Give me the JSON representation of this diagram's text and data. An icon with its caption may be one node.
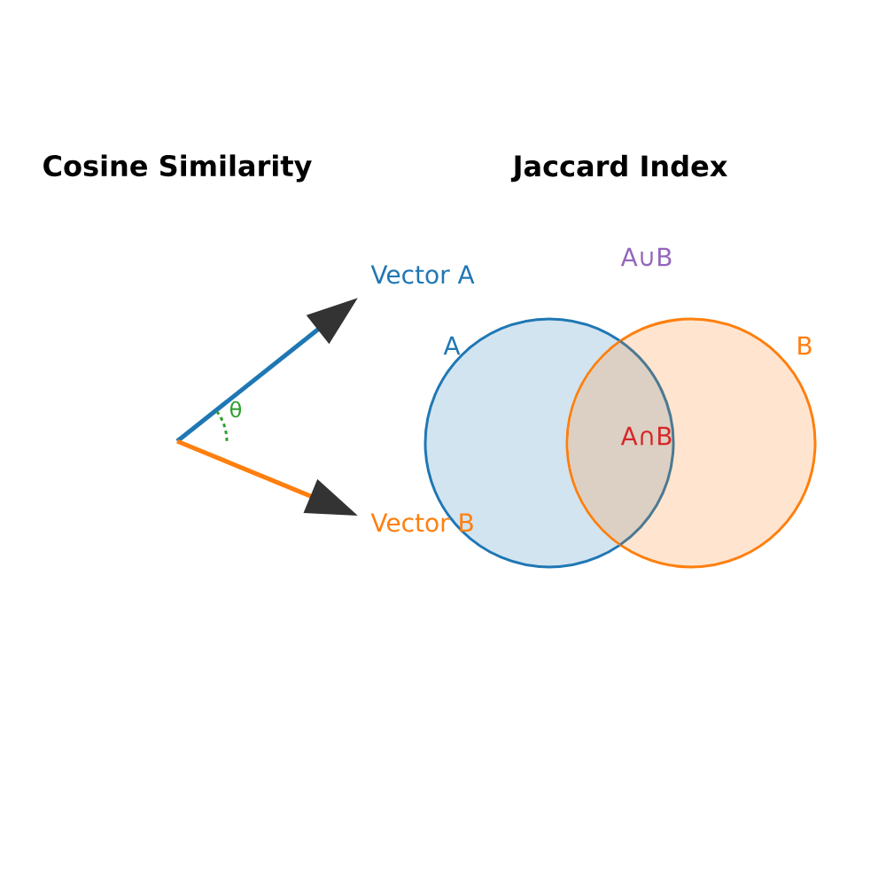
{
  "diagram": {
    "nodes": [
      {
        "text": [
          "A"
        ]
      },
      {
        "text": [
          "B"
        ]
      }
    ],
    "labels": [
      "Cosine Similarity",
      "Jaccard Index",
      "Vector A",
      "A∪B",
      "θ",
      "A∩B",
      "Vector B"
    ]
  }
}
